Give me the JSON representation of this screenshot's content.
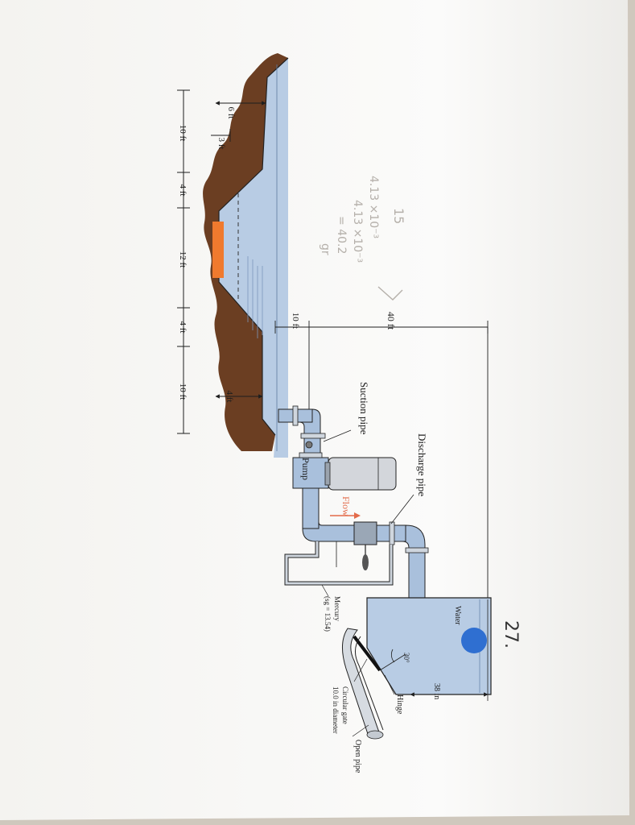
{
  "canal": {
    "dims_top": [
      "10 ft",
      "4 ft",
      "12 ft",
      "4 ft",
      "10 ft"
    ],
    "depth_6": "6 ft",
    "depth_3": "3 ft",
    "depth_4": "4 ft",
    "depth_10": "10 ft",
    "height_40": "40 ft"
  },
  "pump": {
    "suction_label": "Suction pipe",
    "discharge_label": "Discharge pipe",
    "pump_label": "Pump",
    "flow_label": "Flow"
  },
  "manometer": {
    "label_1": "Mercury",
    "label_2": "(sg = 13.54)"
  },
  "tank": {
    "water_label": "Water",
    "angle_label": "30°",
    "width_label": "38 in",
    "hinge_label": "Hinge",
    "gate_label_1": "Circular gate",
    "gate_label_2": "10.0 in diameter",
    "pipe_label": "Open pipe"
  },
  "problem_number": "27.",
  "handwriting": [
    "15",
    "4.13 ×10⁻³",
    "4.13 ×10⁻³",
    "= 40.2",
    "gr"
  ],
  "colors": {
    "earth": "#6b3e22",
    "water": "#b8cce4",
    "tank_water": "#b8cce4",
    "pipe": "#a9c0dc",
    "pump_motor": "#d3d6db",
    "marker": "#f07a2e",
    "ball": "#2f6fd1",
    "flow_arrow": "#e36b4a"
  }
}
